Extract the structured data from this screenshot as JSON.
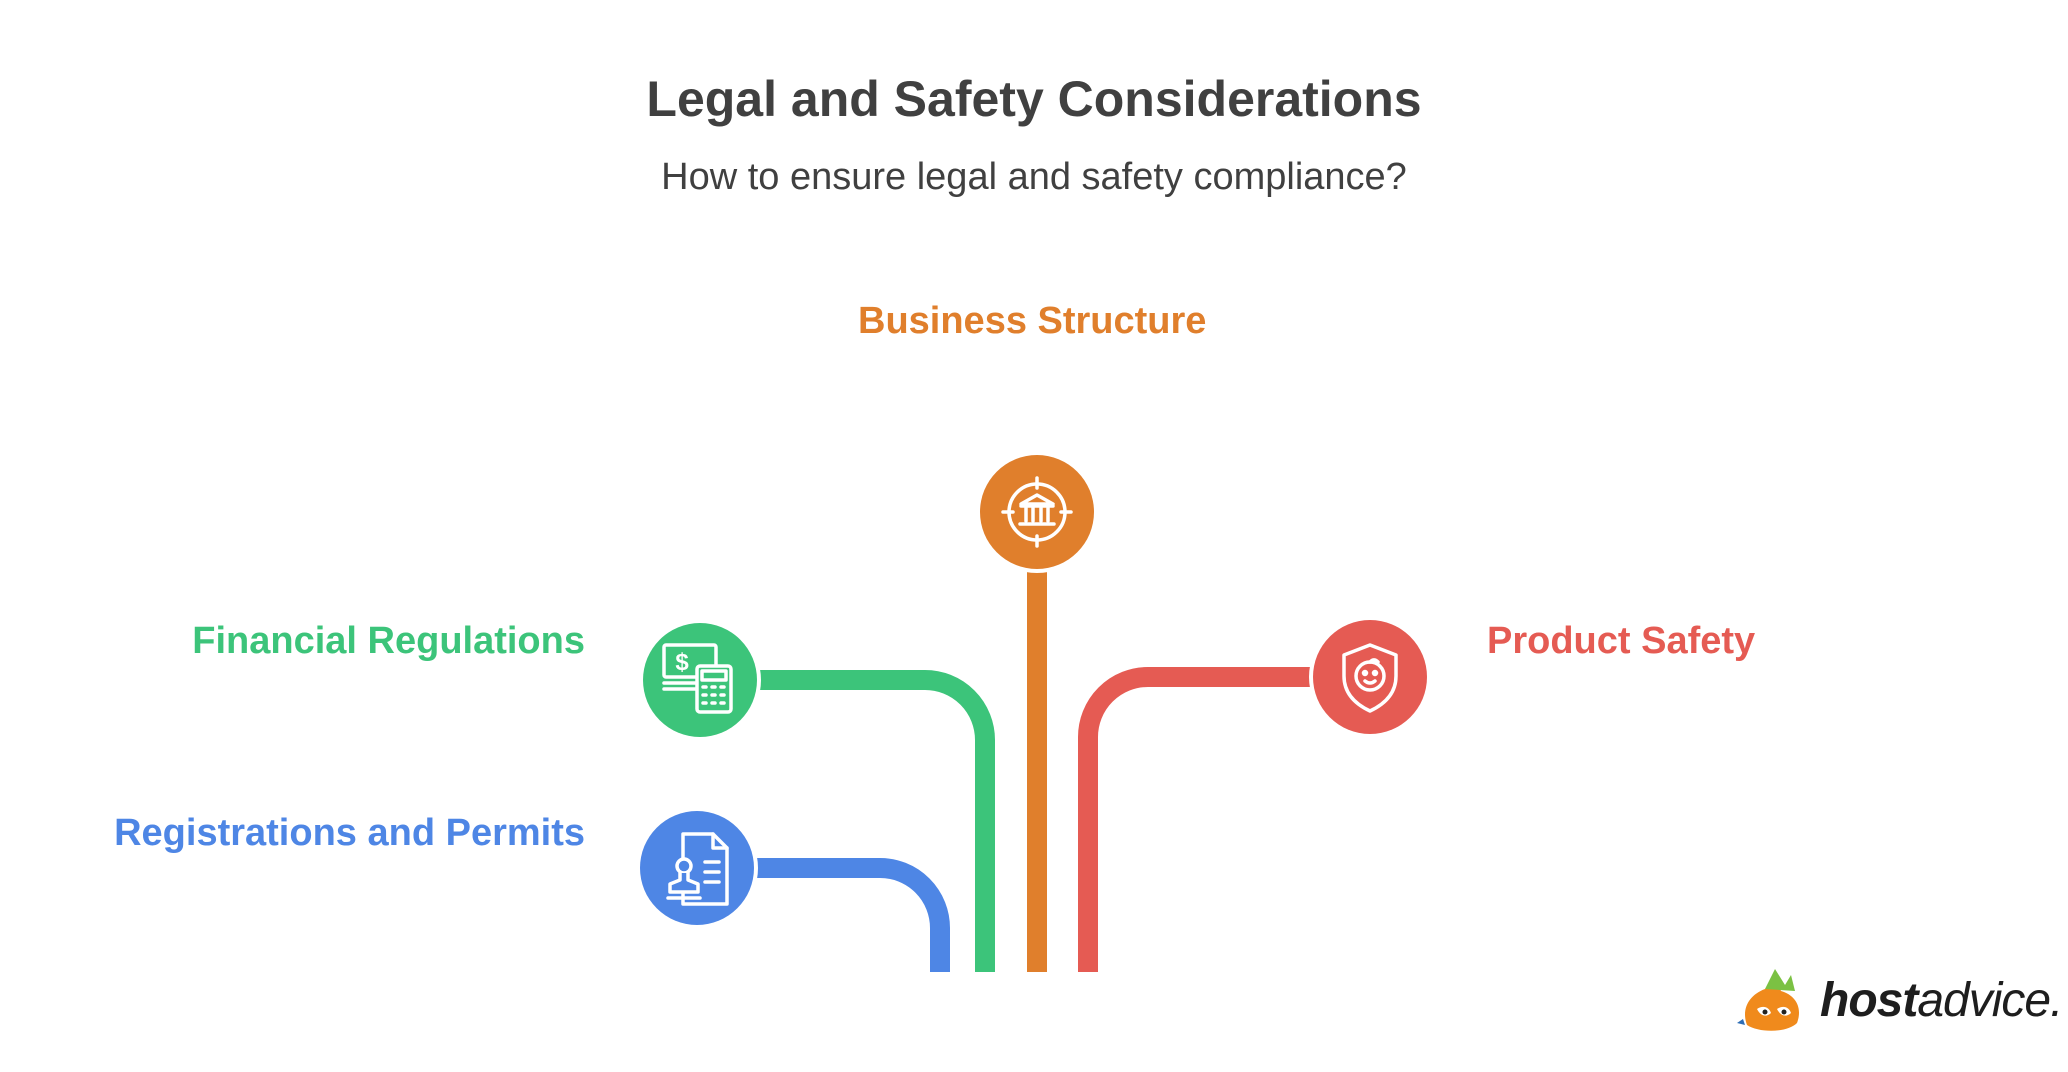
{
  "title": "Legal and Safety Considerations",
  "subtitle": "How to ensure legal and safety compliance?",
  "nodes": {
    "business_structure": {
      "label": "Business Structure",
      "color": "#E07F2C",
      "icon": "bank-target-icon"
    },
    "financial_regulations": {
      "label": "Financial Regulations",
      "color": "#3CC47A",
      "icon": "money-calculator-icon"
    },
    "product_safety": {
      "label": "Product Safety",
      "color": "#E55B53",
      "icon": "shield-face-icon"
    },
    "registrations_permits": {
      "label": "Registrations and Permits",
      "color": "#4E86E5",
      "icon": "document-stamp-icon"
    }
  },
  "logo": {
    "brand_bold": "host",
    "brand_light": "advice."
  }
}
